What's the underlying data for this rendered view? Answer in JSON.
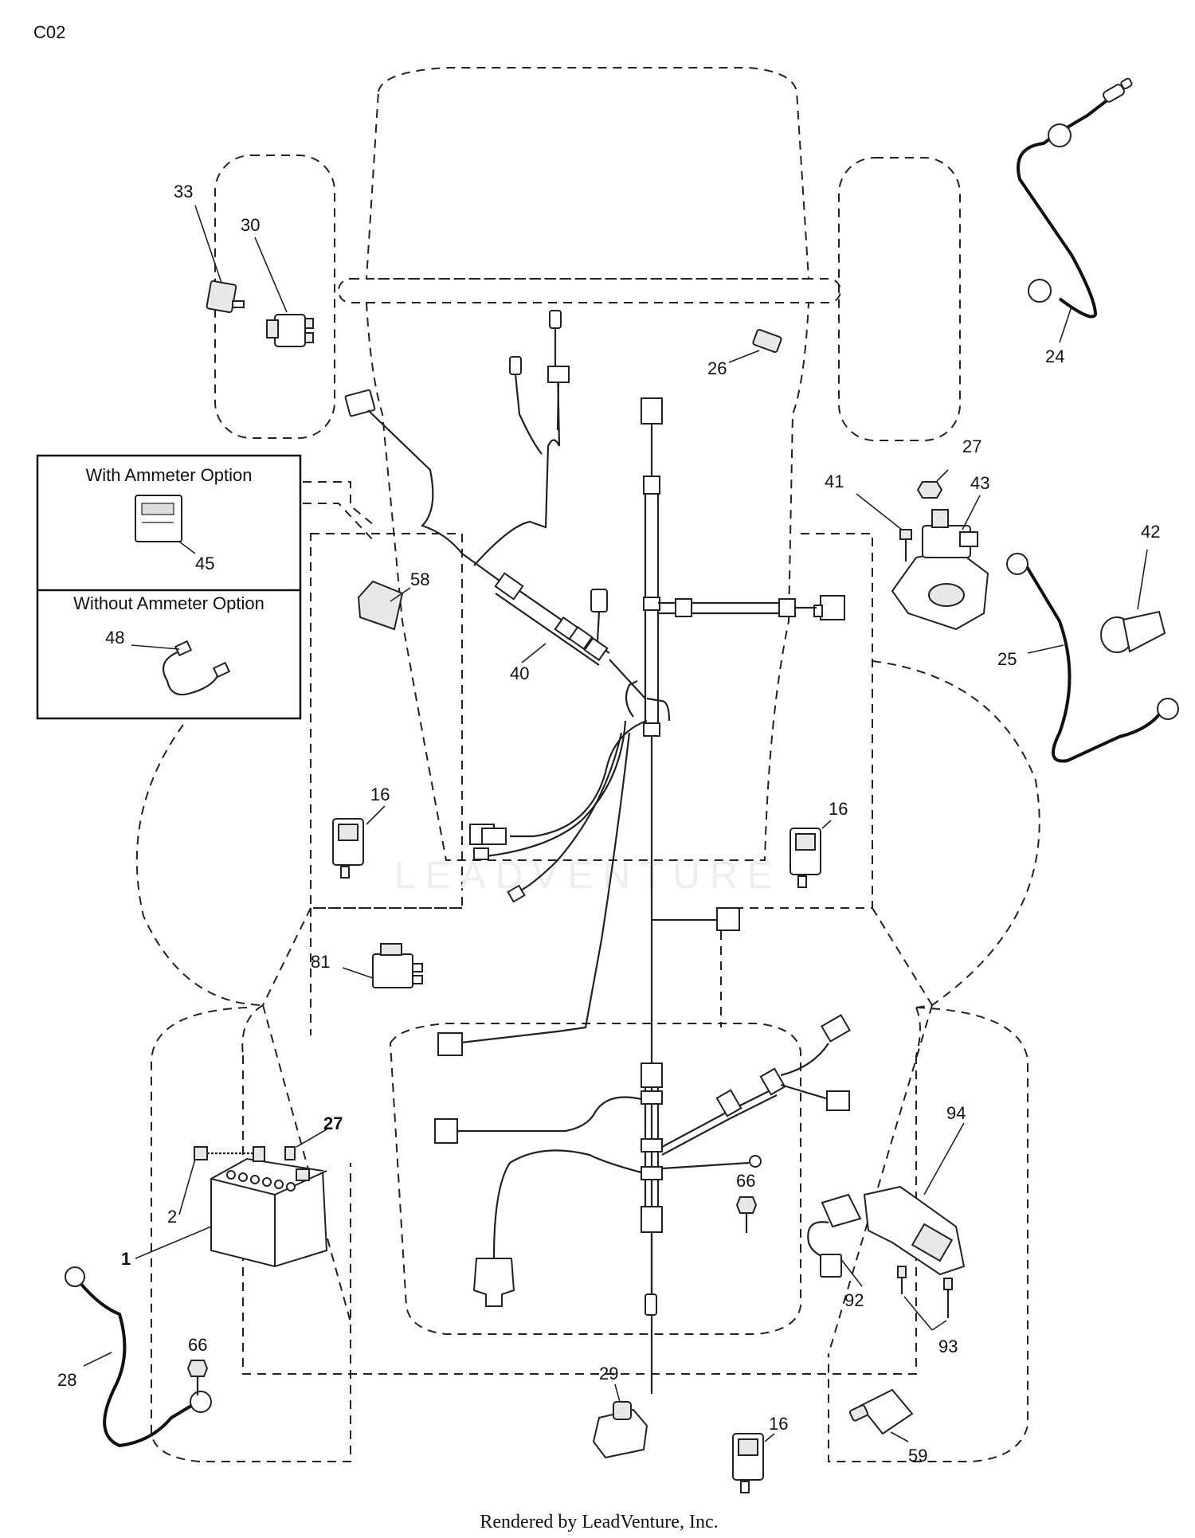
{
  "diagram_code": "C02",
  "ammeter_box": {
    "with_label": "With Ammeter Option",
    "without_label": "Without Ammeter Option"
  },
  "watermark": "LEADVENTURE",
  "footer": "Rendered by LeadVenture, Inc.",
  "callouts": {
    "c33": "33",
    "c30": "30",
    "c24": "24",
    "c26": "26",
    "c27a": "27",
    "c41": "41",
    "c43": "43",
    "c42": "42",
    "c25": "25",
    "c45": "45",
    "c48": "48",
    "c58": "58",
    "c40": "40",
    "c16a": "16",
    "c16b": "16",
    "c81": "81",
    "c27b": "27",
    "c2": "2",
    "c1": "1",
    "c28": "28",
    "c66a": "66",
    "c66b": "66",
    "c29": "29",
    "c16c": "16",
    "c92": "92",
    "c94": "94",
    "c93": "93",
    "c59": "59"
  }
}
